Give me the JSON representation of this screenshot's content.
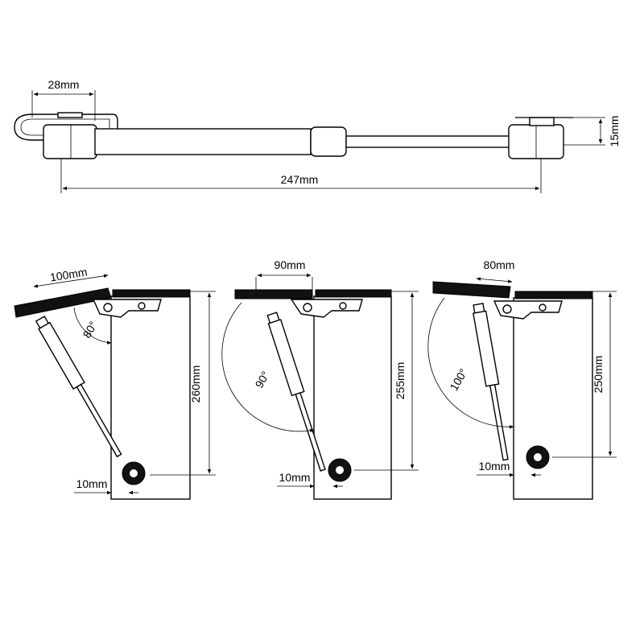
{
  "top_strut": {
    "bracket_width": "28mm",
    "total_length": "247mm",
    "bracket_height": "15mm"
  },
  "views": [
    {
      "angle": "80°",
      "lid_dim": "100mm",
      "height": "260mm",
      "offset": "10mm"
    },
    {
      "angle": "90°",
      "lid_dim": "90mm",
      "height": "255mm",
      "offset": "10mm"
    },
    {
      "angle": "100°",
      "lid_dim": "80mm",
      "height": "250mm",
      "offset": "10mm"
    }
  ]
}
